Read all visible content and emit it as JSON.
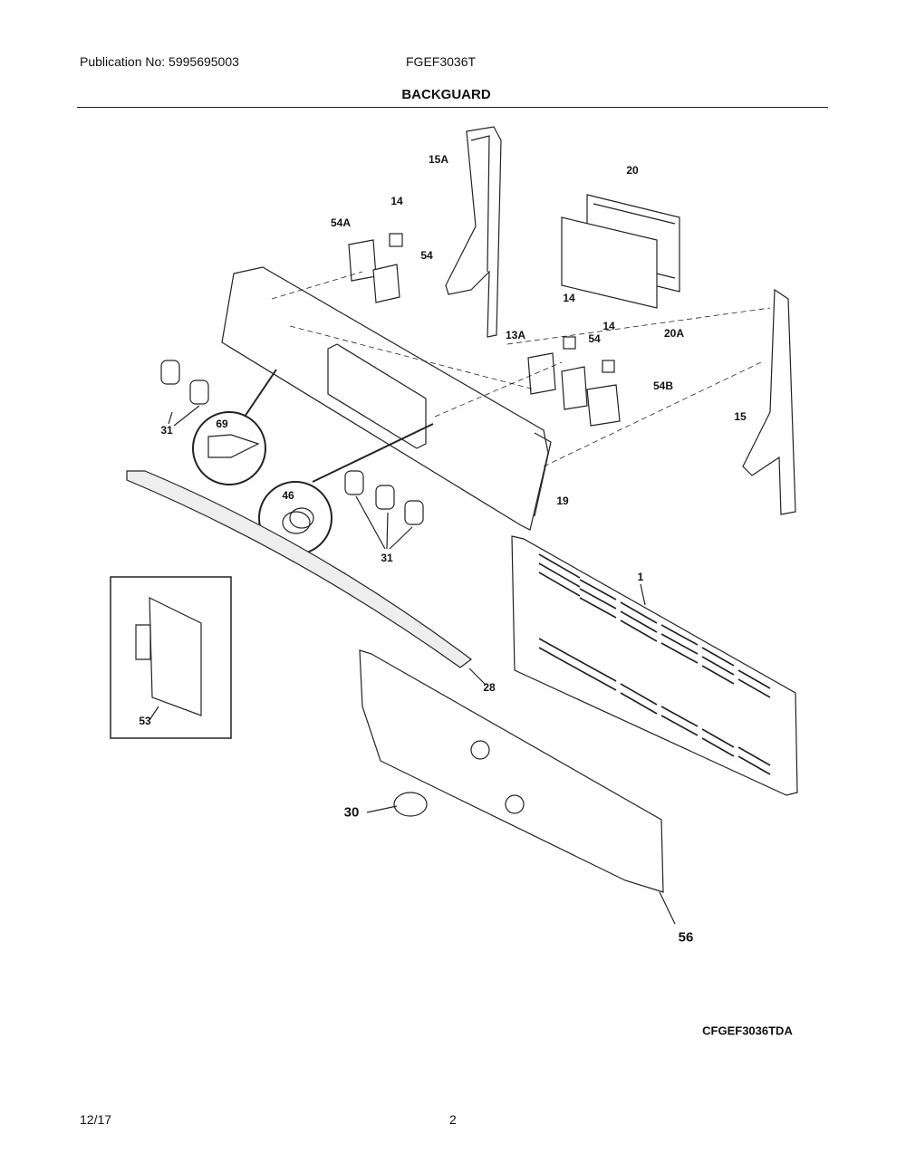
{
  "header": {
    "publication": "Publication No: 5995695003",
    "model": "FGEF3036T",
    "section_title": "BACKGUARD"
  },
  "callouts": {
    "c15A": "15A",
    "c20": "20",
    "c14a": "14",
    "c54A": "54A",
    "c54a": "54",
    "c14b": "14",
    "c13A": "13A",
    "c54b": "54",
    "c14c": "14",
    "c20A": "20A",
    "c54B": "54B",
    "c15": "15",
    "c31a": "31",
    "c69": "69",
    "c46": "46",
    "c19": "19",
    "c31b": "31",
    "c1": "1",
    "c53": "53",
    "c28": "28",
    "c30": "30",
    "c56": "56"
  },
  "diagram_code": "CFGEF3036TDA",
  "footer": {
    "date": "12/17",
    "page": "2"
  }
}
